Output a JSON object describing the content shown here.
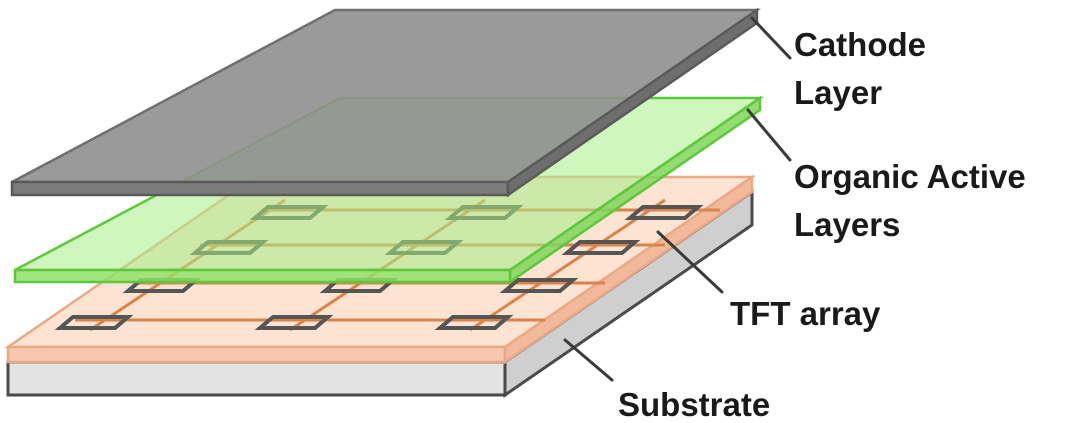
{
  "layers": {
    "cathode": {
      "label_line1": "Cathode",
      "label_line2": "Layer",
      "fill": "#8f8f8f",
      "edge": "#6f6f6f"
    },
    "organic": {
      "label_line1": "Organic Active",
      "label_line2": "Layers",
      "fill": "#a6ee86",
      "edge": "#5cc83a"
    },
    "tft": {
      "label": "TFT array",
      "fill": "#fbd9c5",
      "edge": "#e9a987",
      "trace": "#d9844c",
      "transistor": "#555555"
    },
    "substrate": {
      "label": "Substrate",
      "fill": "#e3e3e3",
      "edge": "#4a4a4a"
    }
  }
}
